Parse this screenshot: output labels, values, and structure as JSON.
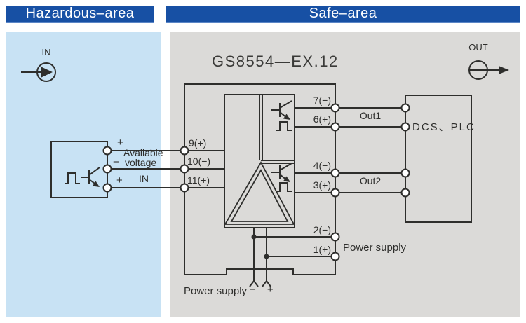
{
  "colors": {
    "header_bar": "#1750a4",
    "header_bar_edge": "#5b86c6",
    "hazardous_panel": "#c8e2f4",
    "safe_panel": "#dbdad8",
    "line": "#2e2e2c",
    "text": "#2e2e2c"
  },
  "headers": {
    "hazardous": "Hazardous–area",
    "safe": "Safe–area"
  },
  "ports": {
    "in": "IN",
    "out": "OUT"
  },
  "device": {
    "model": "GS8554—EX.12",
    "dcs": "DCS、PLC"
  },
  "sensor": {
    "sign_top": "+",
    "annotation_line1": "Available",
    "sign_mid": "−",
    "annotation_line2": "voltage",
    "sign_bottom": "+",
    "input_label": "IN"
  },
  "terminals": {
    "t9": "9(+)",
    "t10": "10(−)",
    "t11": "11(+)",
    "t7": "7(−)",
    "t6": "6(+)",
    "t4": "4(−)",
    "t3": "3(+)",
    "t2": "2(−)",
    "t1": "1(+)"
  },
  "outputs": {
    "out1": "Out1",
    "out2": "Out2"
  },
  "power": {
    "side_label": "Power supply",
    "bottom_label": "Power supply",
    "bottom_signs": "− +"
  }
}
